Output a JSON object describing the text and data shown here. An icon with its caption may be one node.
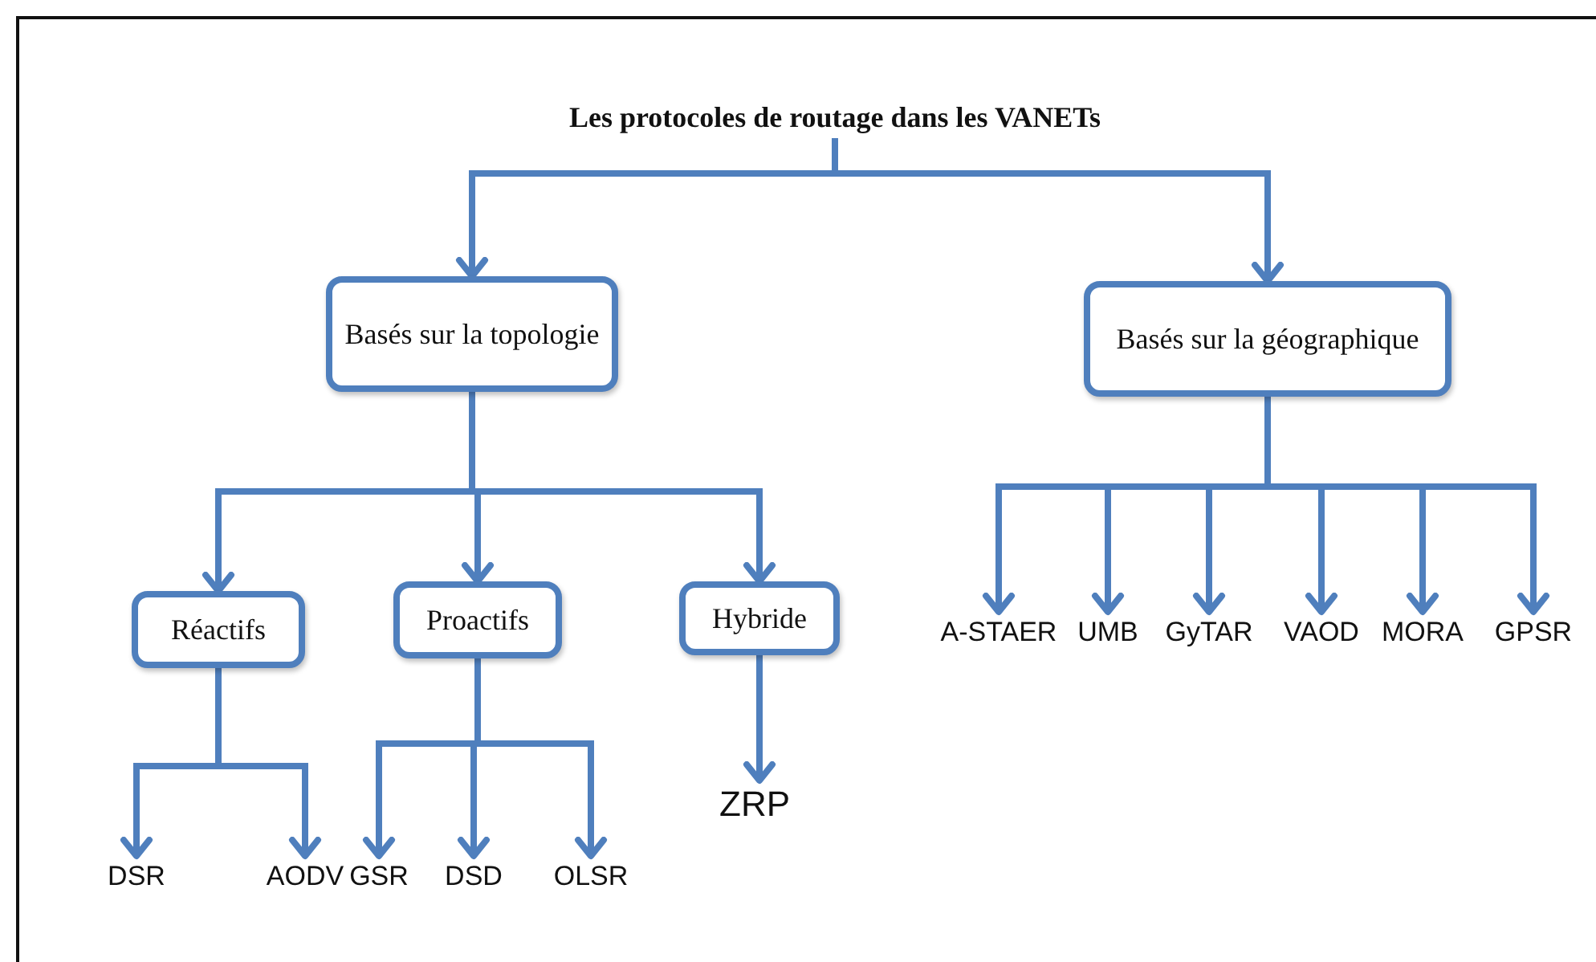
{
  "diagram": {
    "nodes": [
      {
        "text": [
          "Les protocoles de routage dans les VANETs"
        ]
      },
      {
        "text": [
          "Basés sur la topologie"
        ]
      },
      {
        "text": [
          "Basés sur la géographique"
        ]
      },
      {
        "text": [
          "Réactifs"
        ]
      },
      {
        "text": [
          "Proactifs"
        ]
      },
      {
        "text": [
          "Hybride"
        ]
      },
      {
        "text": [
          "DSR"
        ]
      },
      {
        "text": [
          "AODV"
        ]
      },
      {
        "text": [
          "GSR"
        ]
      },
      {
        "text": [
          "DSD"
        ]
      },
      {
        "text": [
          "OLSR"
        ]
      },
      {
        "text": [
          "ZRP"
        ]
      },
      {
        "text": [
          "A-STAER"
        ]
      },
      {
        "text": [
          "UMB"
        ]
      },
      {
        "text": [
          "GyTAR"
        ]
      },
      {
        "text": [
          "VAOD"
        ]
      },
      {
        "text": [
          "MORA"
        ]
      },
      {
        "text": [
          "GPSR"
        ]
      }
    ],
    "edges": [
      {
        "from": 0,
        "to": 1,
        "arrow": "to"
      },
      {
        "from": 0,
        "to": 2,
        "arrow": "to"
      },
      {
        "from": 1,
        "to": 3,
        "arrow": "to"
      },
      {
        "from": 1,
        "to": 4,
        "arrow": "to"
      },
      {
        "from": 1,
        "to": 5,
        "arrow": "to"
      },
      {
        "from": 3,
        "to": 6,
        "arrow": "to"
      },
      {
        "from": 3,
        "to": 7,
        "arrow": "to"
      },
      {
        "from": 4,
        "to": 8,
        "arrow": "to"
      },
      {
        "from": 4,
        "to": 9,
        "arrow": "to"
      },
      {
        "from": 4,
        "to": 10,
        "arrow": "to"
      },
      {
        "from": 5,
        "to": 11,
        "arrow": "to"
      },
      {
        "from": 2,
        "to": 12,
        "arrow": "to"
      },
      {
        "from": 2,
        "to": 13,
        "arrow": "to"
      },
      {
        "from": 2,
        "to": 14,
        "arrow": "to"
      },
      {
        "from": 2,
        "to": 15,
        "arrow": "to"
      },
      {
        "from": 2,
        "to": 16,
        "arrow": "to"
      },
      {
        "from": 2,
        "to": 17,
        "arrow": "to"
      }
    ]
  }
}
